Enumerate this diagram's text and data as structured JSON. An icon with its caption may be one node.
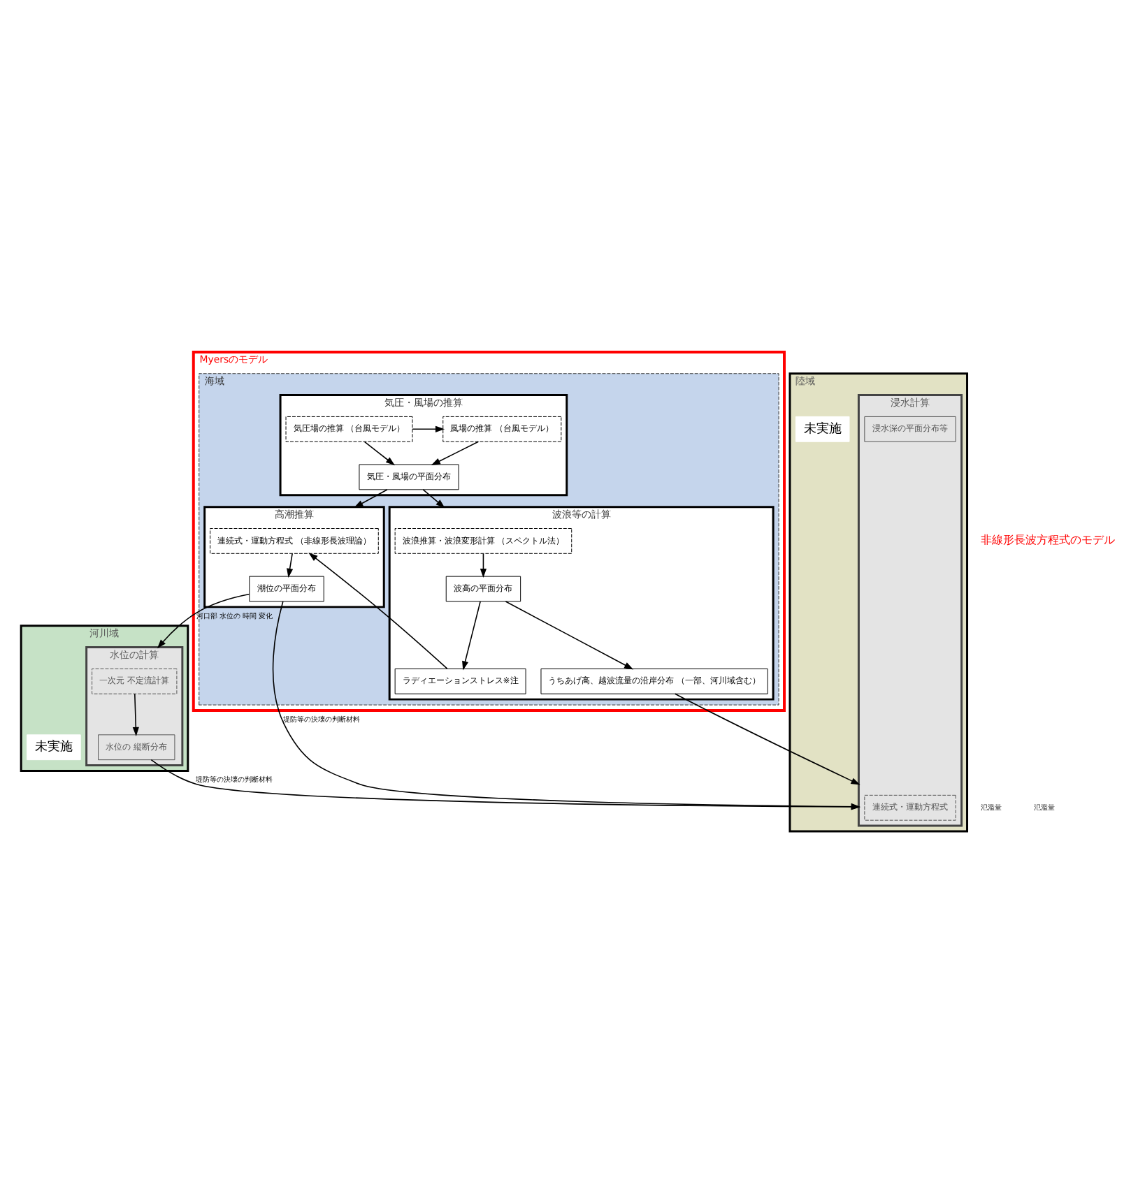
{
  "diagram": {
    "nodes": [
      {
        "text": [
          "Myersのモデル"
        ]
      },
      {
        "text": [
          "海域"
        ],
        "in": 0
      },
      {
        "text": [
          "気圧・風場の推算"
        ],
        "in": 1
      },
      {
        "text": [
          "気圧場の推算 （台風モデル）"
        ],
        "in": 2
      },
      {
        "text": [
          "風場の推算 （台風モデル）"
        ],
        "in": 2
      },
      {
        "text": [
          "気圧・風場の平面分布"
        ],
        "in": 2
      },
      {
        "text": [
          "高潮推算"
        ],
        "in": 1
      },
      {
        "text": [
          "連続式・運動方程式 （非線形長波理論）"
        ],
        "in": 6
      },
      {
        "text": [
          "潮位の平面分布"
        ],
        "in": 6
      },
      {
        "text": [
          "波浪等の計算"
        ],
        "in": 1
      },
      {
        "text": [
          "波浪推算・波浪変形計算 （スペクトル法）"
        ],
        "in": 9
      },
      {
        "text": [
          "波高の平面分布"
        ],
        "in": 9
      },
      {
        "text": [
          "ラディエーションストレス※注"
        ],
        "in": 9
      },
      {
        "text": [
          "うちあげ高、越波流量の沿岸分布 （一部、河川域含む）"
        ],
        "in": 9
      },
      {
        "text": [
          "河川域"
        ]
      },
      {
        "text": [
          "水位の計算"
        ],
        "in": 14
      },
      {
        "text": [
          "一次元 不定流計算"
        ],
        "in": 15
      },
      {
        "text": [
          "水位の 縦断分布"
        ],
        "in": 15
      },
      {
        "text": [
          "陸域"
        ]
      },
      {
        "text": [
          "浸水計算"
        ],
        "in": 18
      },
      {
        "text": [
          "連続式・運動方程式"
        ],
        "in": 19
      },
      {
        "text": [
          "浸水深の平面分布等"
        ],
        "in": 19
      },
      {
        "text": [
          "未実施"
        ],
        "in": 14
      },
      {
        "text": [
          "未実施"
        ],
        "in": 18
      }
    ],
    "edges": [
      {
        "from": 3,
        "to": 4,
        "arrow": "to"
      },
      {
        "from": 3,
        "to": 5,
        "arrow": "to"
      },
      {
        "from": 4,
        "to": 5,
        "arrow": "to"
      },
      {
        "from": 5,
        "to": 6,
        "arrow": "to"
      },
      {
        "from": 5,
        "to": 9,
        "arrow": "to"
      },
      {
        "from": 10,
        "to": 11,
        "arrow": "to"
      },
      {
        "from": 11,
        "to": 12,
        "arrow": "to"
      },
      {
        "from": 11,
        "to": 13,
        "arrow": "to"
      },
      {
        "from": 12,
        "to": 7,
        "arrow": "to"
      },
      {
        "from": 7,
        "to": 8,
        "arrow": "to"
      },
      {
        "from": 8,
        "to": 15,
        "arrow": "to",
        "label": "河口部 水位の 時間 変化"
      },
      {
        "from": 8,
        "to": 19,
        "arrow": "to",
        "label": "堤防等の決壊の判断材料"
      },
      {
        "from": 13,
        "to": 19,
        "arrow": "to"
      },
      {
        "from": 16,
        "to": 17,
        "arrow": "to"
      },
      {
        "from": 17,
        "to": 19,
        "arrow": "to",
        "label": "堤防等の決壊の判断材料"
      }
    ],
    "labels": [
      "非線形長波方程式のモデル",
      "氾濫量",
      "氾濫量"
    ]
  }
}
